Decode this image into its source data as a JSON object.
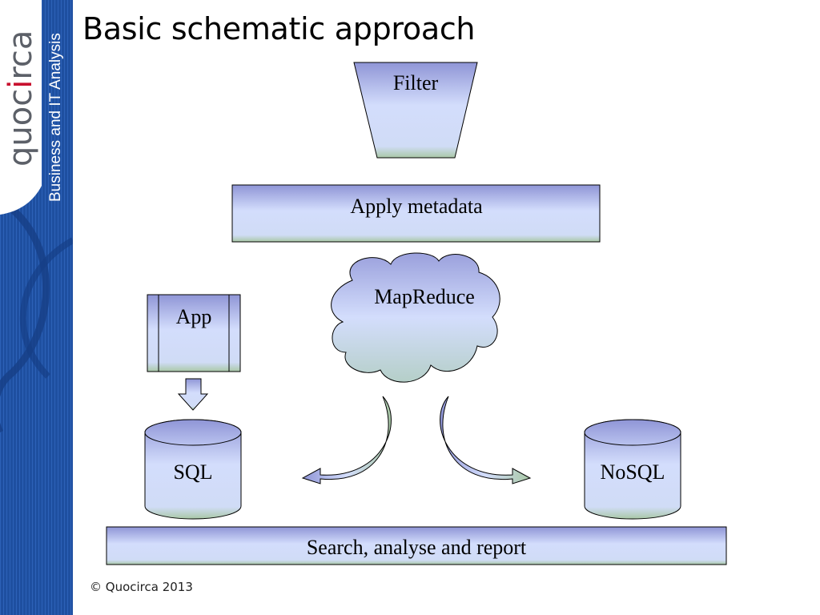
{
  "slide": {
    "title": "Basic schematic approach",
    "footer": "© Quocirca 2013"
  },
  "branding": {
    "logo_text_1": "quo",
    "logo_text_2": "c",
    "logo_text_3": "i",
    "logo_text_4": "rca",
    "tagline": "Business and IT Analysis",
    "colors": {
      "sidebar_blue": "#1e4fa0",
      "logo_grey": "#5c6068",
      "logo_accent": "#c8102e"
    }
  },
  "diagram": {
    "nodes": {
      "filter": "Filter",
      "apply_metadata": "Apply metadata",
      "mapreduce": "MapReduce",
      "app": "App",
      "sql": "SQL",
      "nosql": "NoSQL",
      "search": "Search, analyse and report"
    },
    "colors": {
      "fill_top": "#8f95d6",
      "fill_mid": "#d3ddfc",
      "fill_bottom": "#a9c8a6",
      "stroke": "#000000"
    }
  }
}
